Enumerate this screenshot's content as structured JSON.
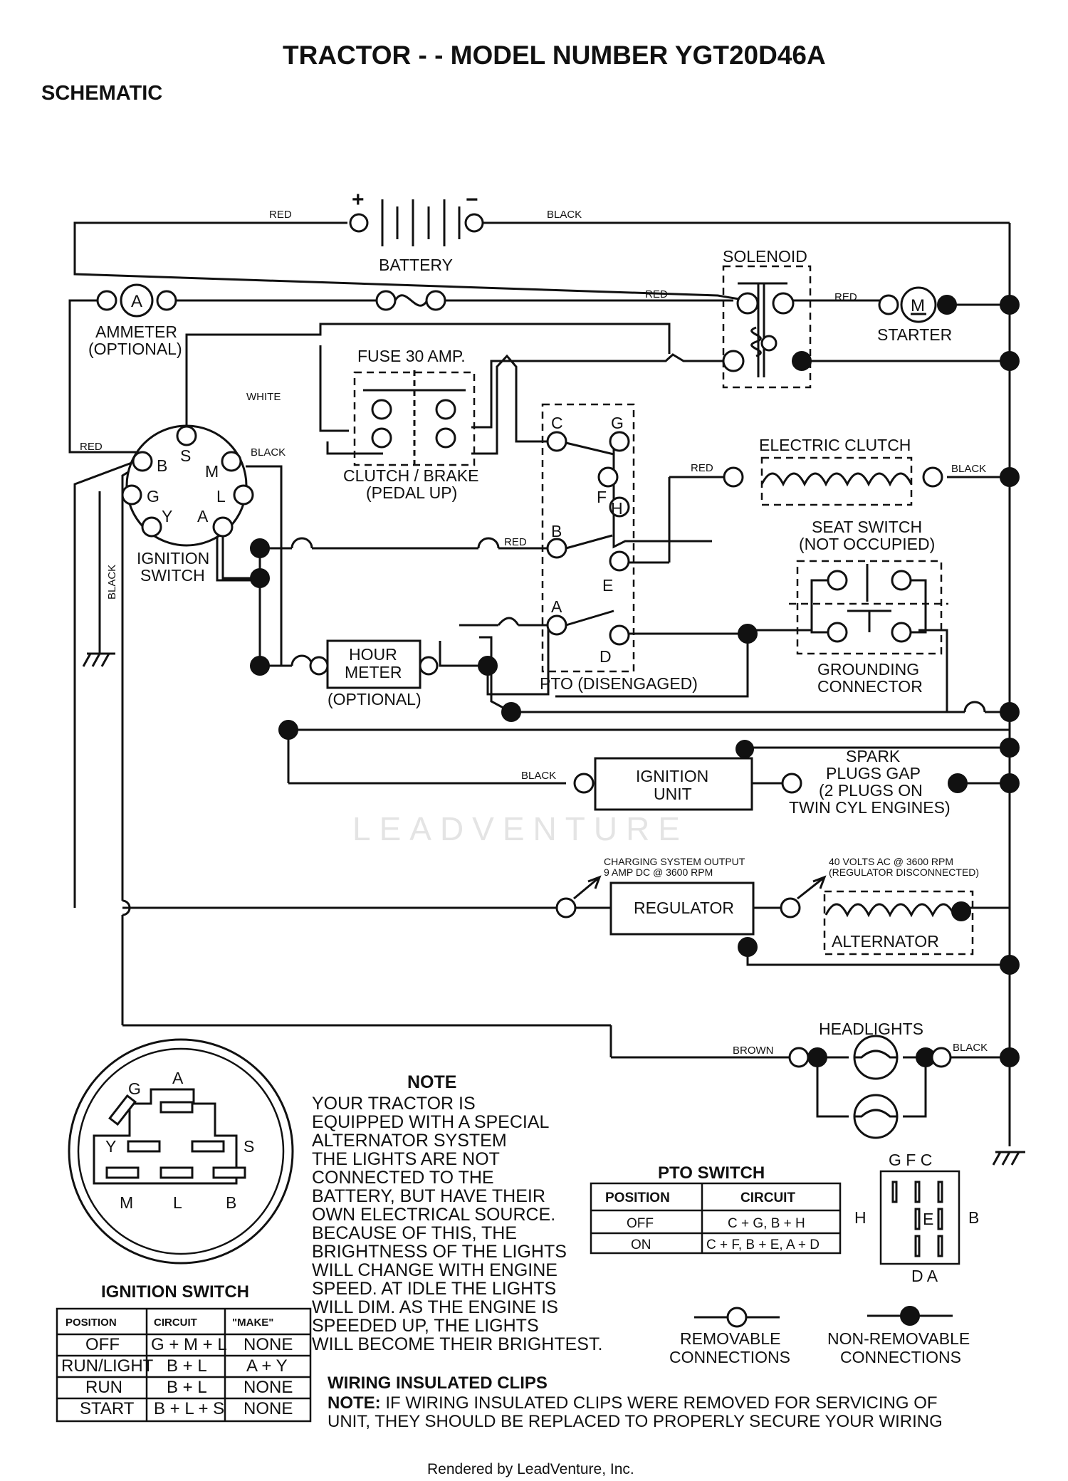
{
  "header": {
    "title": "TRACTOR - - MODEL NUMBER  YGT20D46A",
    "subtitle": "SCHEMATIC"
  },
  "components": {
    "battery": "BATTERY",
    "battery_plus": "+",
    "battery_minus": "−",
    "solenoid": "SOLENOID",
    "starter": "STARTER",
    "starter_m": "M",
    "ammeter_a": "A",
    "ammeter_1": "AMMETER",
    "ammeter_2": "(OPTIONAL)",
    "fuse": "FUSE 30 AMP.",
    "clutch_brake_1": "CLUTCH / BRAKE",
    "clutch_brake_2": "(PEDAL UP)",
    "electric_clutch": "ELECTRIC CLUTCH",
    "seat_switch_1": "SEAT SWITCH",
    "seat_switch_2": "(NOT OCCUPIED)",
    "ignition_switch_1": "IGNITION",
    "ignition_switch_2": "SWITCH",
    "hour_meter_1": "HOUR",
    "hour_meter_2": "METER",
    "hour_meter_3": "(OPTIONAL)",
    "pto": "PTO (DISENGAGED)",
    "grounding_1": "GROUNDING",
    "grounding_2": "CONNECTOR",
    "ignition_unit_1": "IGNITION",
    "ignition_unit_2": "UNIT",
    "spark_1": "SPARK",
    "spark_2": "PLUGS GAP",
    "spark_3": "(2 PLUGS ON",
    "spark_4": "TWIN CYL  ENGINES)",
    "regulator": "REGULATOR",
    "charging_1": "CHARGING SYSTEM OUTPUT",
    "charging_2": "9 AMP DC @ 3600 RPM",
    "alt_spec_1": "40 VOLTS AC @ 3600 RPM",
    "alt_spec_2": "(REGULATOR DISCONNECTED)",
    "alternator": "ALTERNATOR",
    "headlights": "HEADLIGHTS"
  },
  "wire_colors": {
    "red": "RED",
    "black": "BLACK",
    "white": "WHITE",
    "brown": "BROWN"
  },
  "ign_pins": [
    "B",
    "S",
    "M",
    "G",
    "L",
    "Y",
    "A"
  ],
  "pto_pins": [
    "C",
    "G",
    "F",
    "H",
    "B",
    "E",
    "A",
    "D"
  ],
  "ign_connector": {
    "pins": [
      "G",
      "A",
      "Y",
      "S",
      "M",
      "L",
      "B"
    ]
  },
  "pto_connector": {
    "top": "G  F  C",
    "left": "H",
    "right": "B",
    "center": "E",
    "bottom": "D  A"
  },
  "note": {
    "heading": "NOTE",
    "lines": [
      "YOUR TRACTOR IS",
      "EQUIPPED WITH A SPECIAL",
      "ALTERNATOR SYSTEM",
      "THE LIGHTS ARE NOT",
      "CONNECTED TO THE",
      "BATTERY, BUT HAVE THEIR",
      "OWN ELECTRICAL SOURCE.",
      "BECAUSE OF THIS, THE",
      "BRIGHTNESS OF THE LIGHTS",
      "WILL CHANGE WITH ENGINE",
      "SPEED.  AT IDLE THE LIGHTS",
      "WILL DIM.  AS THE ENGINE IS",
      "SPEEDED UP, THE LIGHTS",
      "WILL BECOME THEIR BRIGHTEST."
    ]
  },
  "ignition_table": {
    "title": "IGNITION SWITCH",
    "headers": [
      "POSITION",
      "CIRCUIT",
      "\"MAKE\""
    ],
    "rows": [
      [
        "OFF",
        "G + M + L",
        "NONE"
      ],
      [
        "RUN/LIGHT",
        "B + L",
        "A + Y"
      ],
      [
        "RUN",
        "B + L",
        "NONE"
      ],
      [
        "START",
        "B + L + S",
        "NONE"
      ]
    ]
  },
  "pto_table": {
    "title": "PTO SWITCH",
    "headers": [
      "POSITION",
      "CIRCUIT"
    ],
    "rows": [
      [
        "OFF",
        "C + G, B + H"
      ],
      [
        "ON",
        "C + F, B + E, A + D"
      ]
    ]
  },
  "legend": {
    "removable_1": "REMOVABLE",
    "removable_2": "CONNECTIONS",
    "nonremovable_1": "NON-REMOVABLE",
    "nonremovable_2": "CONNECTIONS"
  },
  "clips": {
    "heading": "WIRING INSULATED CLIPS",
    "note_label": "NOTE:",
    "line1": " IF WIRING INSULATED CLIPS WERE REMOVED FOR SERVICING OF",
    "line2": "UNIT, THEY SHOULD BE REPLACED TO PROPERLY SECURE YOUR WIRING"
  },
  "watermark": "LEADVENTURE",
  "footer": "Rendered by LeadVenture, Inc."
}
